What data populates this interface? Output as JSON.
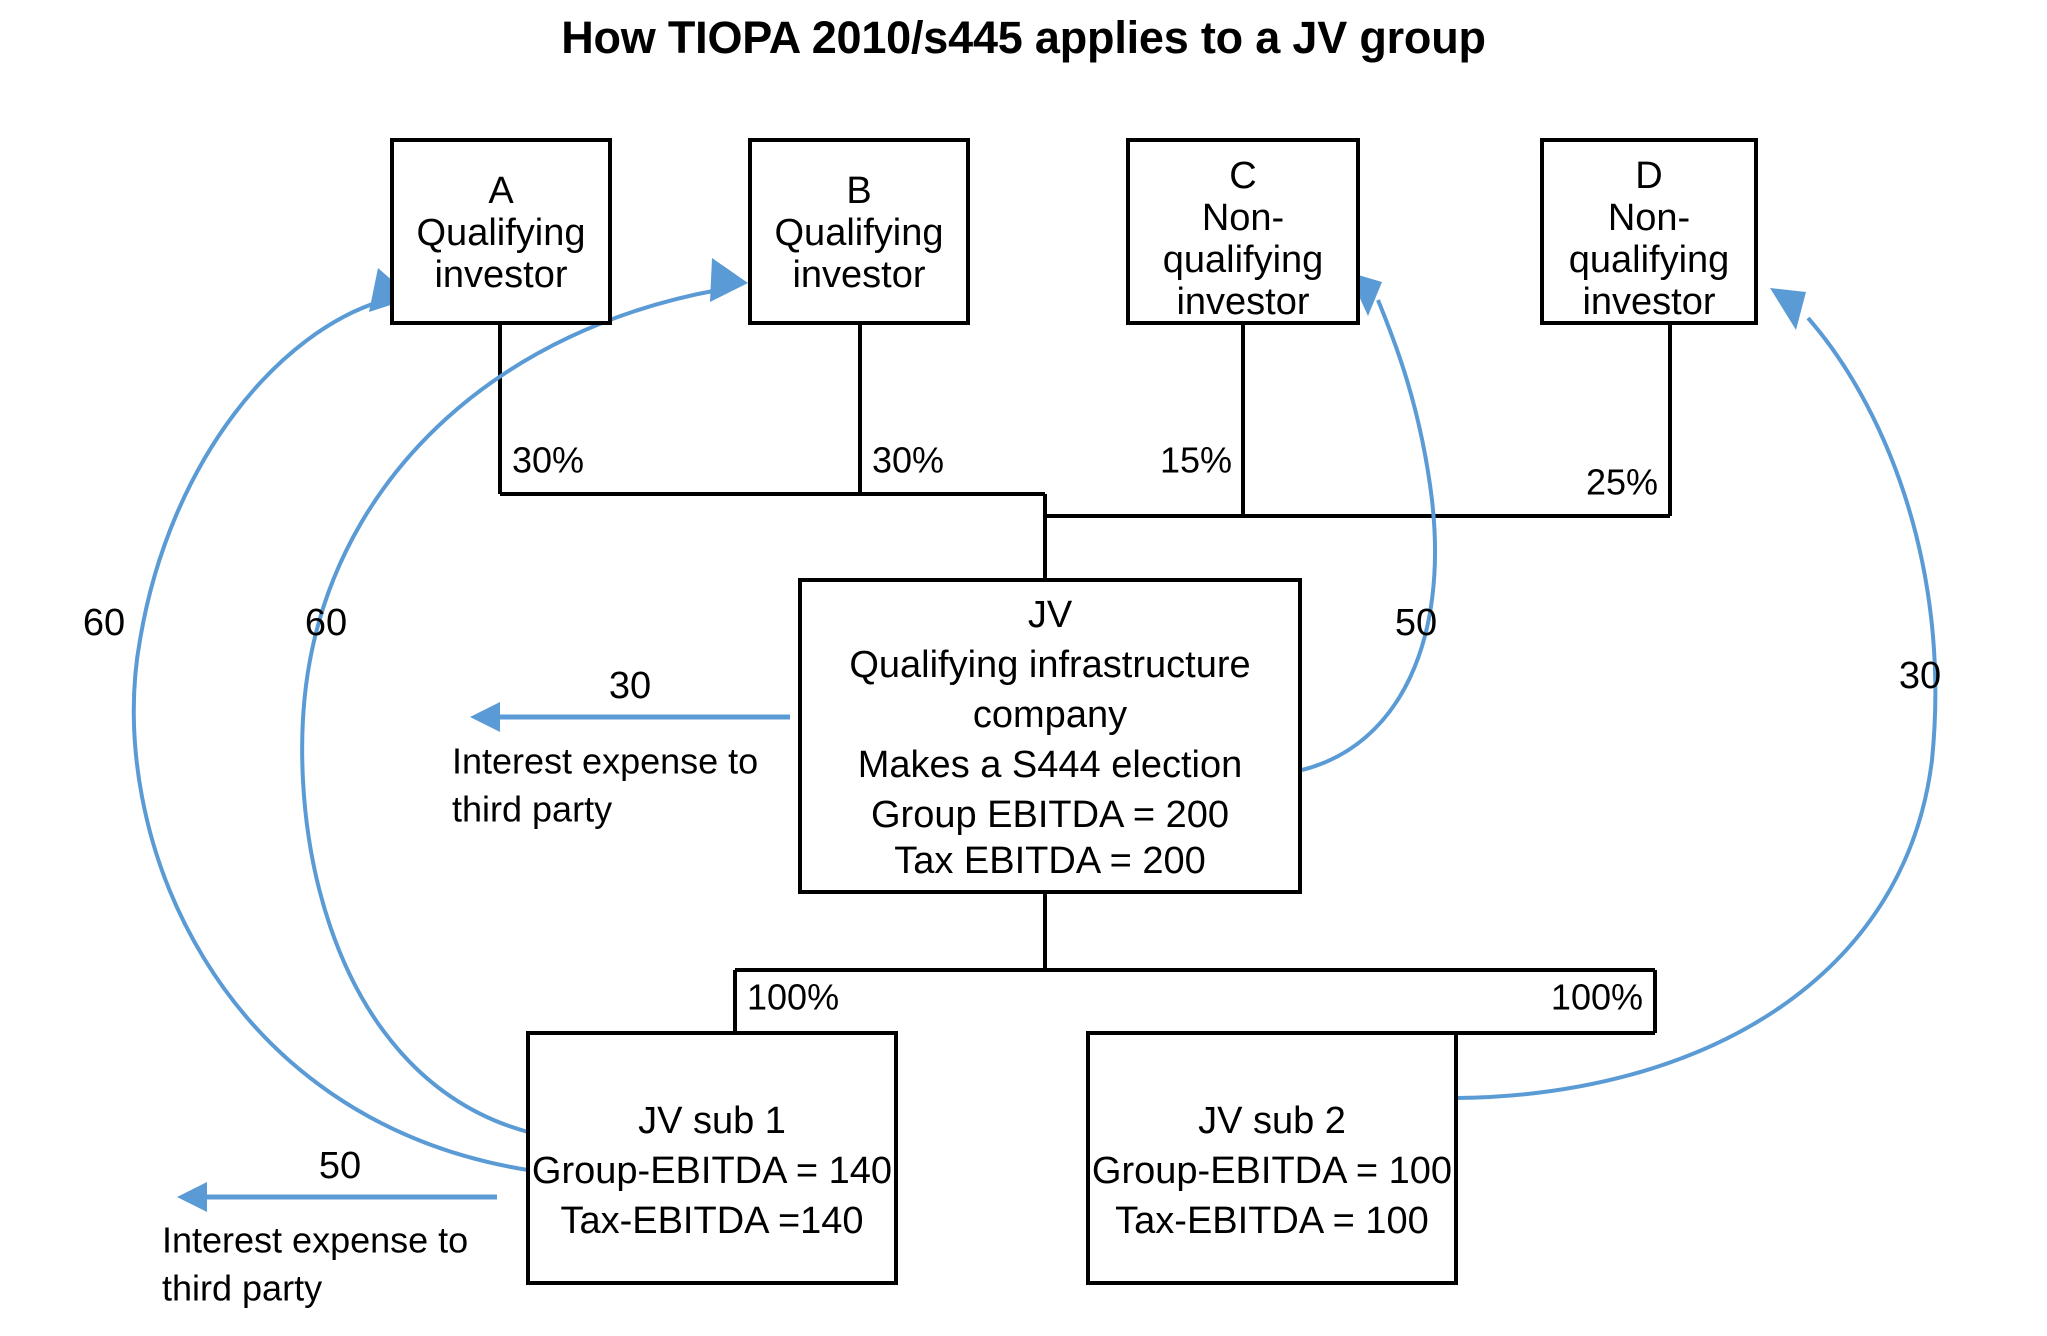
{
  "title": "How TIOPA 2010/s445 applies to a JV group",
  "accent_color": "#5b9bd5",
  "line_color": "#000000",
  "boxes": {
    "a": {
      "name": "a-investor-box",
      "lines": [
        "A",
        "Qualifying",
        "investor"
      ]
    },
    "b": {
      "name": "b-investor-box",
      "lines": [
        "B",
        "Qualifying",
        "investor"
      ]
    },
    "c": {
      "name": "c-investor-box",
      "lines": [
        "C",
        "Non-",
        "qualifying",
        "investor"
      ]
    },
    "d": {
      "name": "d-investor-box",
      "lines": [
        "D",
        "Non-",
        "qualifying",
        "investor"
      ]
    },
    "jv": {
      "name": "jv-box",
      "lines": [
        "JV",
        "Qualifying infrastructure",
        "company",
        "Makes a S444 election",
        "Group EBITDA = 200",
        "Tax EBITDA = 200"
      ]
    },
    "sub1": {
      "name": "jv-sub-1-box",
      "lines": [
        "JV sub 1",
        "Group-EBITDA = 140",
        "Tax-EBITDA =140"
      ]
    },
    "sub2": {
      "name": "jv-sub-2-box",
      "lines": [
        "JV sub 2",
        "Group-EBITDA = 100",
        "Tax-EBITDA = 100"
      ]
    }
  },
  "ownership": {
    "a_pct": "30%",
    "b_pct": "30%",
    "c_pct": "15%",
    "d_pct": "25%",
    "sub1_pct": "100%",
    "sub2_pct": "100%"
  },
  "flows": {
    "to_a": "60",
    "to_b": "60",
    "to_c": "50",
    "to_d": "30"
  },
  "interest_expense": {
    "jv": {
      "amount": "30",
      "line1": "Interest expense to",
      "line2": "third party"
    },
    "sub1": {
      "amount": "50",
      "line1": "Interest expense to",
      "line2": "third party"
    }
  },
  "chart_data": {
    "type": "diagram",
    "title": "How TIOPA 2010/s445 applies to a JV group",
    "nodes": [
      {
        "id": "A",
        "label": "A Qualifying investor",
        "group": "investor"
      },
      {
        "id": "B",
        "label": "B Qualifying investor",
        "group": "investor"
      },
      {
        "id": "C",
        "label": "C Non-qualifying investor",
        "group": "investor"
      },
      {
        "id": "D",
        "label": "D Non-qualifying investor",
        "group": "investor"
      },
      {
        "id": "JV",
        "label": "JV Qualifying infrastructure company",
        "group_ebitda": 200,
        "tax_ebitda": 200,
        "note": "Makes a S444 election"
      },
      {
        "id": "JVsub1",
        "label": "JV sub 1",
        "group_ebitda": 140,
        "tax_ebitda": 140
      },
      {
        "id": "JVsub2",
        "label": "JV sub 2",
        "group_ebitda": 100,
        "tax_ebitda": 100
      }
    ],
    "ownership_edges": [
      {
        "from": "A",
        "to": "JV",
        "pct": 30
      },
      {
        "from": "B",
        "to": "JV",
        "pct": 30
      },
      {
        "from": "C",
        "to": "JV",
        "pct": 15
      },
      {
        "from": "D",
        "to": "JV",
        "pct": 25
      },
      {
        "from": "JV",
        "to": "JVsub1",
        "pct": 100
      },
      {
        "from": "JV",
        "to": "JVsub2",
        "pct": 100
      }
    ],
    "interest_flows": [
      {
        "from": "JVsub1",
        "to": "A",
        "amount": 60
      },
      {
        "from": "JVsub1",
        "to": "B",
        "amount": 60
      },
      {
        "from": "JV",
        "to": "C",
        "amount": 50
      },
      {
        "from": "JVsub2",
        "to": "D",
        "amount": 30
      },
      {
        "from": "JV",
        "to": "third party",
        "amount": 30
      },
      {
        "from": "JVsub1",
        "to": "third party",
        "amount": 50
      }
    ]
  }
}
